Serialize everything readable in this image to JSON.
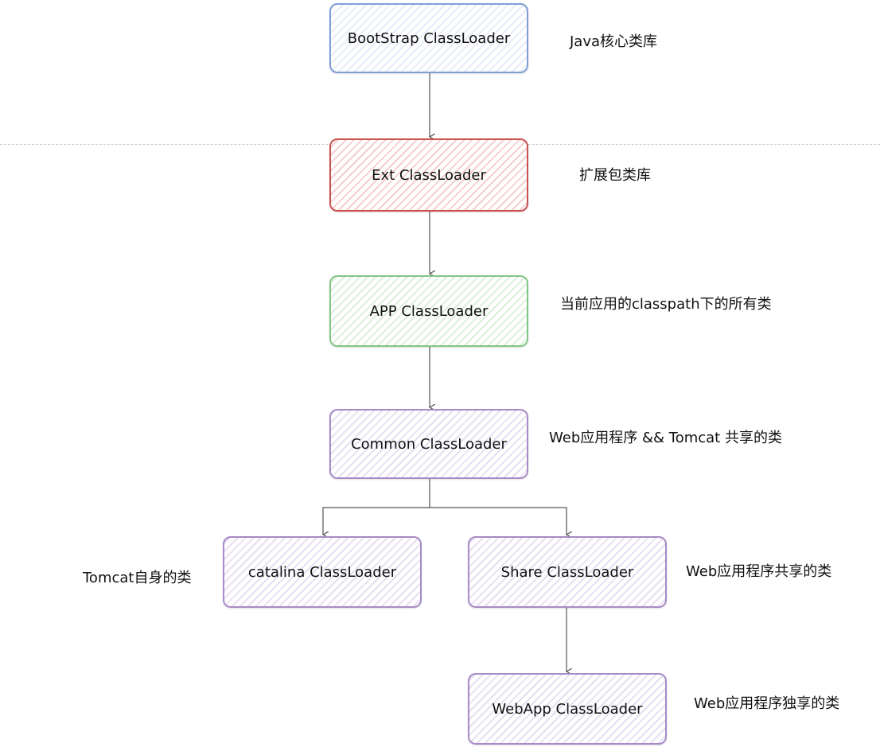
{
  "nodes": {
    "bootstrap": {
      "label": "BootStrap ClassLoader",
      "note": "Java核心类库"
    },
    "ext": {
      "label": "Ext ClassLoader",
      "note": "扩展包类库"
    },
    "app": {
      "label": "APP ClassLoader",
      "note": "当前应用的classpath下的所有类"
    },
    "common": {
      "label": "Common ClassLoader",
      "note": "Web应用程序 && Tomcat 共享的类"
    },
    "catalina": {
      "label": "catalina ClassLoader",
      "note": "Tomcat自身的类"
    },
    "share": {
      "label": "Share ClassLoader",
      "note": "Web应用程序共享的类"
    },
    "webapp": {
      "label": "WebApp ClassLoader",
      "note": "Web应用程序独享的类"
    }
  },
  "colors": {
    "blue": "#7f9ed6",
    "red": "#c95252",
    "green": "#84c584",
    "purple": "#a88bc7",
    "connector": "#555555"
  }
}
